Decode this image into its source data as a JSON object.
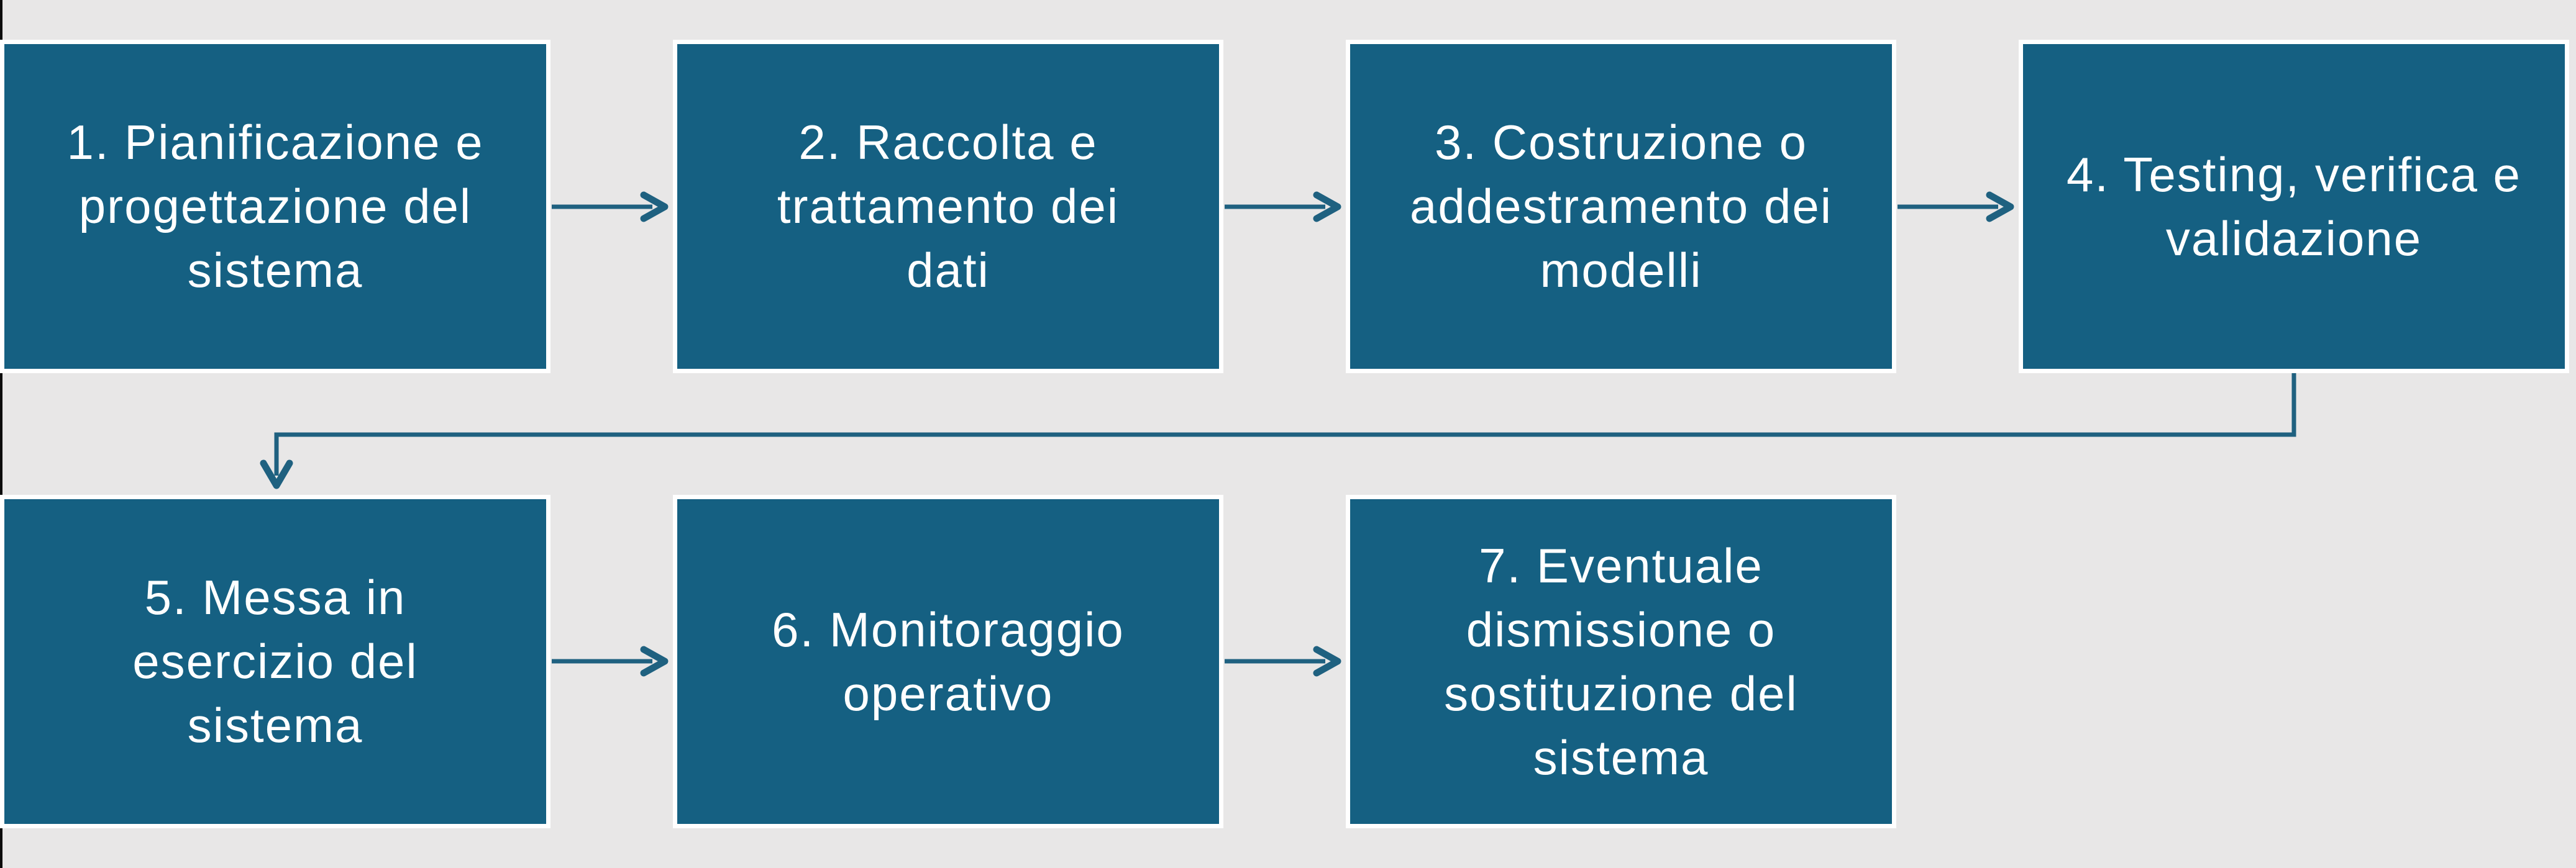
{
  "diagram": {
    "description_visible_text_only": "",
    "boxes": [
      {
        "id": "1",
        "text": "1. Pianificazione e\nprogettazione del\nsistema"
      },
      {
        "id": "2",
        "text": "2. Raccolta e\ntrattamento dei\ndati"
      },
      {
        "id": "3",
        "text": "3. Costruzione o\naddestramento dei\nmodelli"
      },
      {
        "id": "4",
        "text": "4. Testing, verifica e\nvalidazione"
      },
      {
        "id": "5",
        "text": "5. Messa in\nesercizio del\nsistema"
      },
      {
        "id": "6",
        "text": "6. Monitoraggio\noperativo"
      },
      {
        "id": "7",
        "text": "7. Eventuale\ndismissione o\nsostituzione del\nsistema"
      }
    ],
    "connectors": [
      {
        "from": "1",
        "to": "2",
        "shape": "straight-right-arrow"
      },
      {
        "from": "2",
        "to": "3",
        "shape": "straight-right-arrow"
      },
      {
        "from": "3",
        "to": "4",
        "shape": "straight-right-arrow"
      },
      {
        "from": "4",
        "to": "5",
        "shape": "elbow-down-left-down-arrow"
      },
      {
        "from": "5",
        "to": "6",
        "shape": "straight-right-arrow"
      },
      {
        "from": "6",
        "to": "7",
        "shape": "straight-right-arrow"
      }
    ]
  },
  "colors": {
    "background": "#E8E7E7",
    "box_fill": "#156082",
    "box_border": "#FFFFFF",
    "text": "#FFFFFF",
    "connector": "#1F6180",
    "slide_edge": "#0C0C0C"
  }
}
